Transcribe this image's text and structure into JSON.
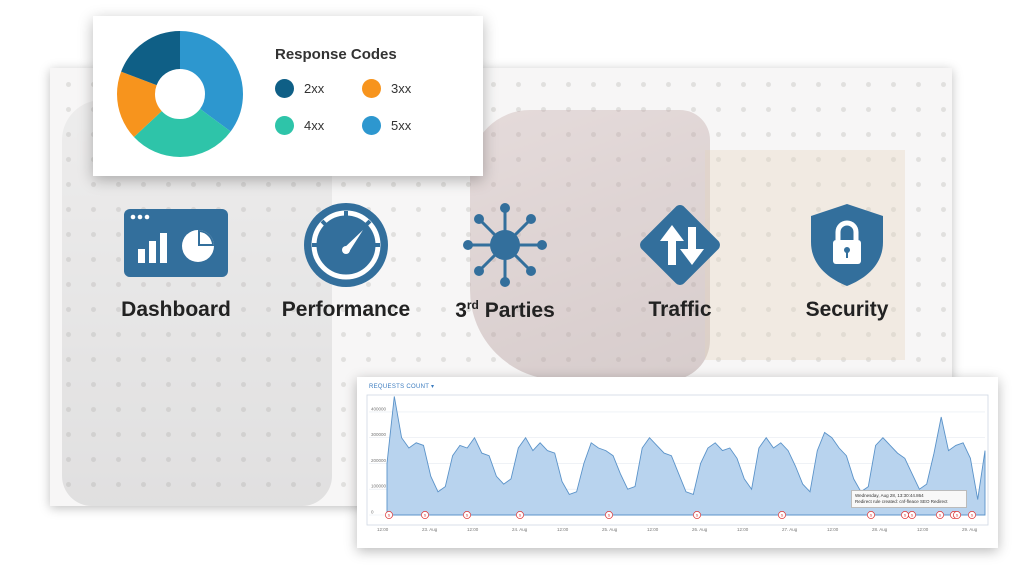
{
  "response_codes": {
    "title": "Response Codes",
    "legend": [
      {
        "label": "2xx",
        "color": "#0f5f86"
      },
      {
        "label": "3xx",
        "color": "#f7941d"
      },
      {
        "label": "4xx",
        "color": "#2ec4a9"
      },
      {
        "label": "5xx",
        "color": "#2d97cf"
      }
    ]
  },
  "features": [
    {
      "label": "Dashboard",
      "icon": "dashboard-icon"
    },
    {
      "label": "Performance",
      "icon": "speedometer-icon"
    },
    {
      "label_main": "3",
      "label_sup": "rd",
      "label_rest": " Parties",
      "icon": "network-icon"
    },
    {
      "label": "Traffic",
      "icon": "traffic-arrows-icon"
    },
    {
      "label": "Security",
      "icon": "shield-lock-icon"
    }
  ],
  "requests_chart": {
    "title": "REQUESTS COUNT ▾",
    "y_ticks": [
      "400000",
      "300000",
      "200000",
      "100000",
      "0"
    ],
    "x_ticks": [
      "12:00",
      "23. Aug",
      "12:00",
      "24. Aug",
      "12:00",
      "25. Aug",
      "12:00",
      "26. Aug",
      "12:00",
      "27. Aug",
      "12:00",
      "28. Aug",
      "12:00",
      "29. Aug"
    ],
    "tooltip_line1": "Wednesday, Aug 28, 13:30:44.864",
    "tooltip_line2": "Redirect rule created: cnf-fleace SEO Redirect"
  },
  "chart_data": {
    "type": "area",
    "title": "REQUESTS COUNT",
    "ylim": [
      0,
      450000
    ],
    "values": [
      200000,
      460000,
      300000,
      260000,
      280000,
      270000,
      150000,
      90000,
      110000,
      230000,
      270000,
      260000,
      300000,
      240000,
      230000,
      150000,
      120000,
      140000,
      260000,
      300000,
      250000,
      280000,
      250000,
      240000,
      130000,
      80000,
      90000,
      200000,
      280000,
      260000,
      250000,
      230000,
      160000,
      100000,
      110000,
      260000,
      300000,
      270000,
      240000,
      230000,
      160000,
      90000,
      80000,
      200000,
      260000,
      280000,
      250000,
      260000,
      220000,
      140000,
      100000,
      260000,
      300000,
      260000,
      280000,
      250000,
      190000,
      120000,
      90000,
      250000,
      320000,
      300000,
      260000,
      230000,
      140000,
      90000,
      110000,
      270000,
      300000,
      270000,
      240000,
      220000,
      160000,
      100000,
      120000,
      240000,
      380000,
      250000,
      270000,
      280000,
      220000,
      60000,
      250000
    ],
    "markers": 14,
    "grid": true
  }
}
